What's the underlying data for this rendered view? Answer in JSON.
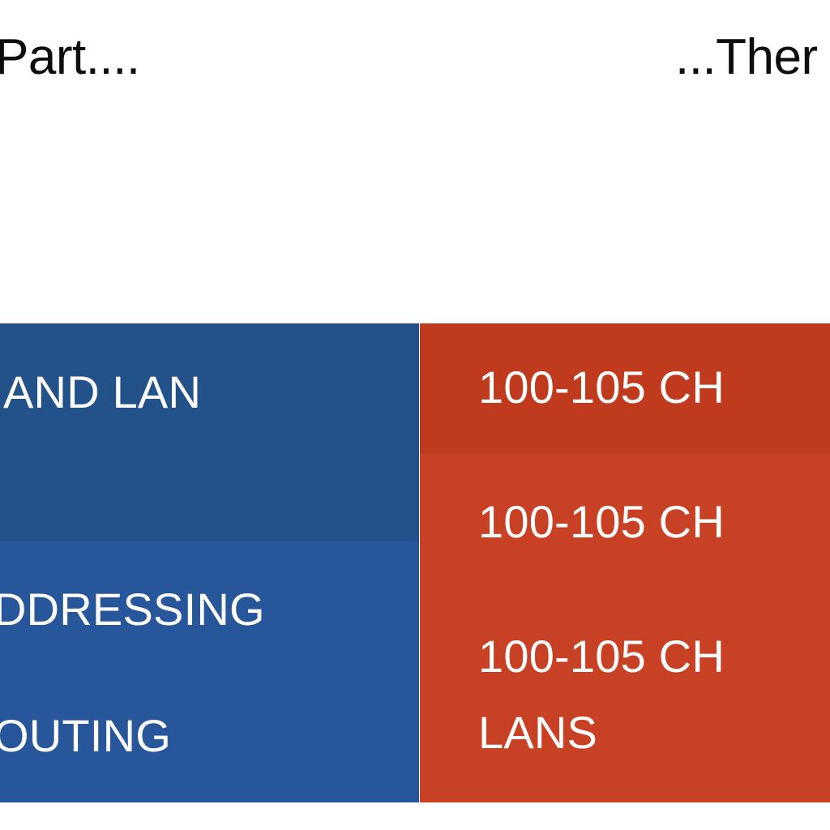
{
  "header": {
    "left_label": "Part....",
    "right_label": "...Ther"
  },
  "colors": {
    "blue_primary": "#23518A",
    "blue_secondary": "#27569A",
    "orange_primary": "#C03B1E",
    "orange_secondary": "#C84124",
    "text_on_color": "#FFFFFF",
    "header_text": "#0D0D0D",
    "page_background": "#FFFFFF"
  },
  "table": {
    "left_column": {
      "cells": [
        {
          "text": "AND LAN"
        },
        {
          "text": "DDRESSING"
        },
        {
          "text": "OUTING"
        }
      ]
    },
    "right_column": {
      "cells": [
        {
          "lines": [
            "100-105 CH"
          ]
        },
        {
          "lines": [
            "100-105 CH"
          ]
        },
        {
          "lines": [
            "100-105 CH",
            "LANS"
          ]
        }
      ]
    }
  }
}
